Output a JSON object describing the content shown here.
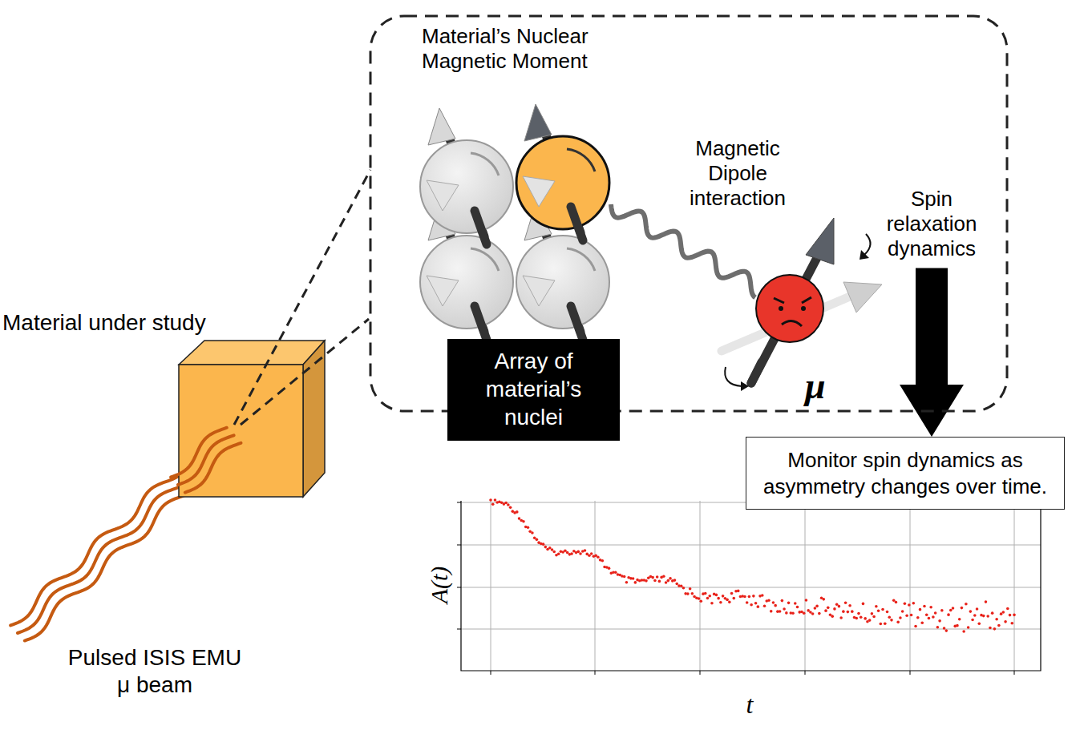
{
  "diagram": {
    "nodes": [
      {
        "text": [
          "Material’s Nuclear Magnetic Moment",
          "Magnetic Dipole interaction",
          "Spin relaxation dynamics",
          "μ"
        ]
      },
      {
        "text": [
          "Array of material’s nuclei"
        ],
        "in": 0
      },
      {
        "text": [
          "Monitor spin dynamics as asymmetry changes over time."
        ]
      }
    ],
    "edges": [
      {
        "from": 0,
        "to": 2,
        "arrow": "to"
      }
    ],
    "labels": [
      "Material under study",
      "Pulsed ISIS EMU μ beam",
      "A(t)",
      "t"
    ]
  }
}
